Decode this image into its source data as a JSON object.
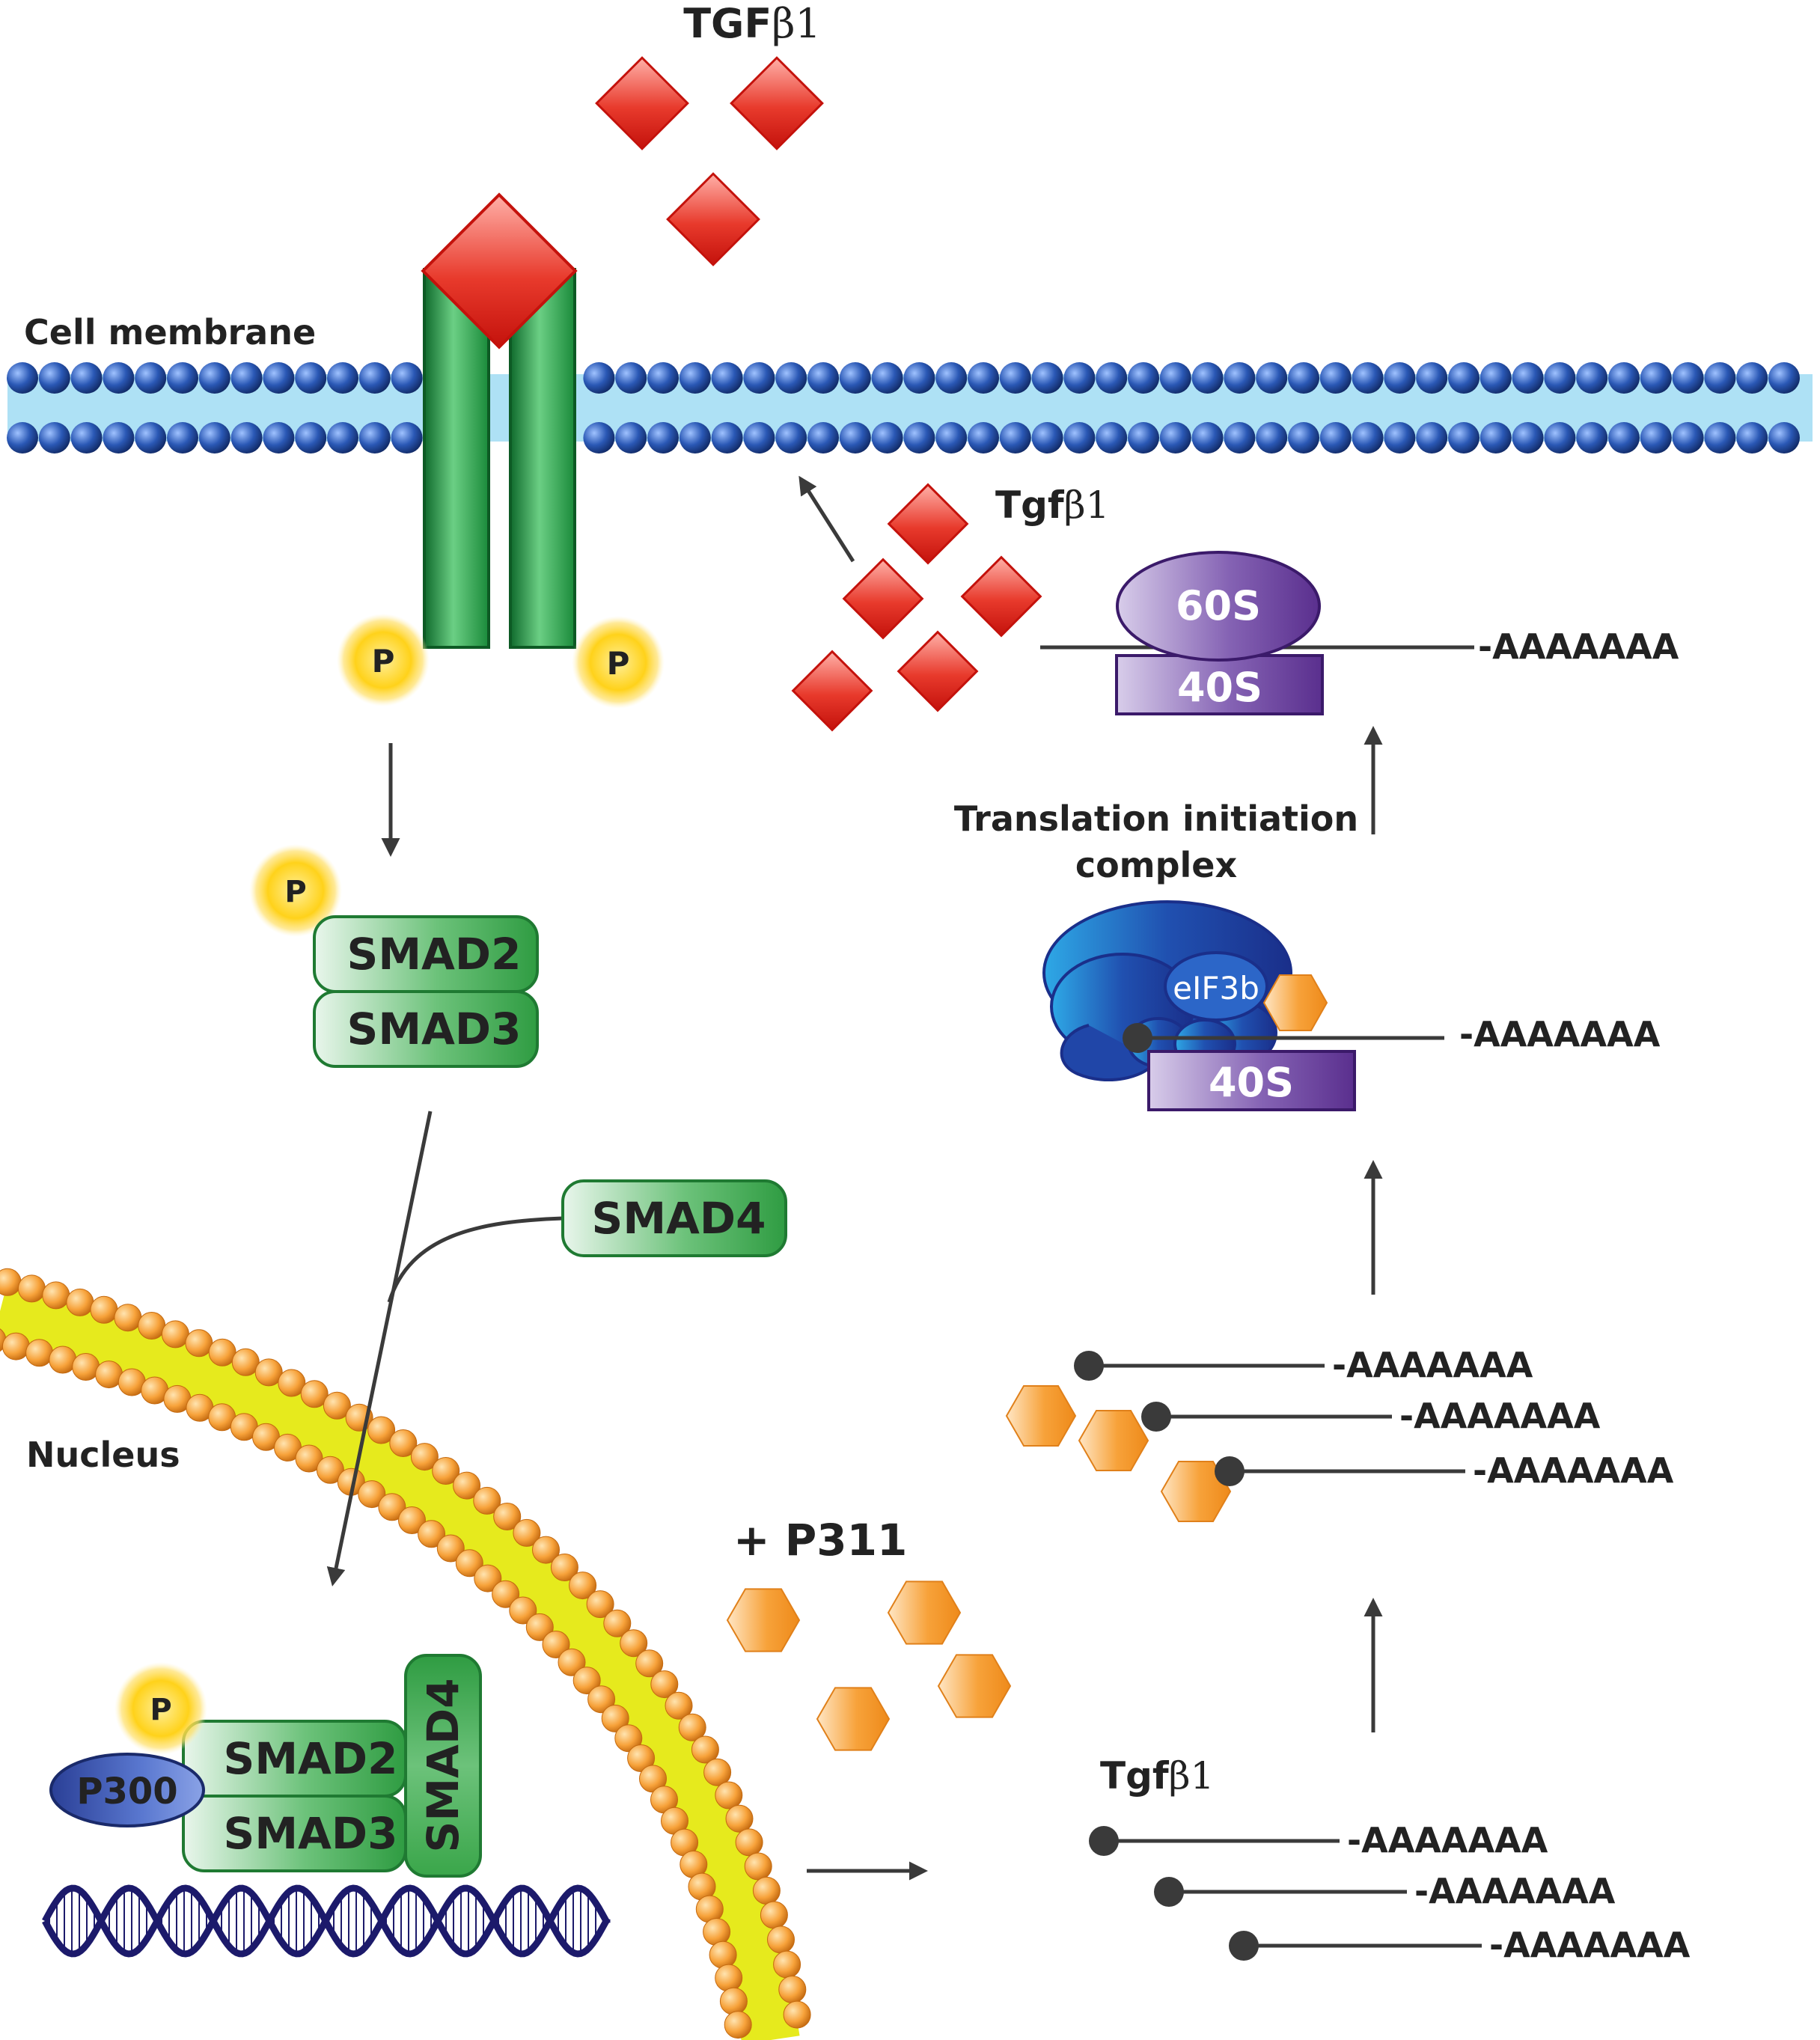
{
  "labels": {
    "tgf_top_prefix": "TGF",
    "tgf_lower_prefix": "Tgf",
    "beta_one": "β1",
    "cell_membrane": "Cell membrane",
    "nucleus": "Nucleus",
    "translation_initiation_line1": "Translation initiation",
    "translation_initiation_line2": "complex",
    "p311": "+ P311",
    "polya": "-AAAAAAA",
    "phospho": "P",
    "smad2": "SMAD2",
    "smad3": "SMAD3",
    "smad4": "SMAD4",
    "p300": "P300",
    "eif3b": "eIF3b",
    "ribosome_60s": "60S",
    "ribosome_40s": "40S"
  },
  "colors": {
    "membrane_head": "#2a58b5",
    "membrane_core": "#aee1f5",
    "receptor_green": "#1f8a3c",
    "ligand_red": "#e2231a",
    "smad_green": "#3aa64a",
    "phospho_yellow": "#ffd21a",
    "nuclear_bead_orange": "#f7a23a",
    "nuclear_band_yellow": "#e6ea1d",
    "ribosome_purple": "#6a3d9a",
    "eif_blue": "#2046a8",
    "p311_orange": "#f5932a",
    "dna_navy": "#1c1a6b",
    "arrow_gray": "#3a3a3a"
  }
}
